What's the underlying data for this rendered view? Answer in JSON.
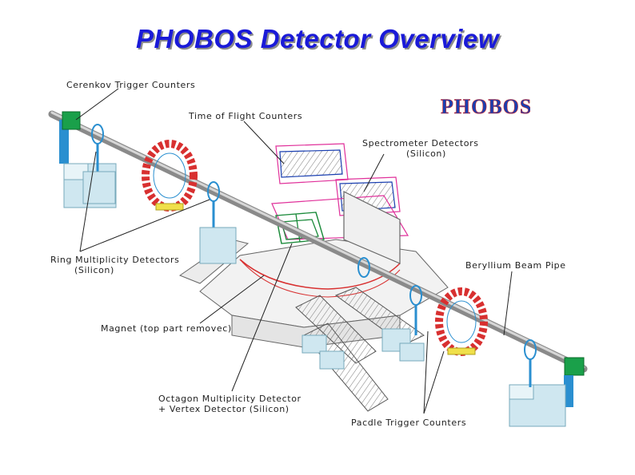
{
  "title": "PHOBOS Detector Overview",
  "logo": {
    "text": "PHOBOS",
    "colors": {
      "blue": "#1a3fb0",
      "red": "#d42a2a",
      "gray": "#9a9a9a"
    }
  },
  "labels": {
    "cerenkov": "Cerenkov  Trigger  Counters",
    "tof": "Time  of  Flight  Counters",
    "spectrometer_line1": "Spectrometer  Detectors",
    "spectrometer_line2": "(Silicon)",
    "ring_line1": "Ring  Multiplicity  Detectors",
    "ring_line2": "(Silicon)",
    "beam_pipe": "Beryllium  Beam  Pipe",
    "magnet": "Magnet  (top  part  removec)",
    "octagon_line1": "Octagon  Multiplicity  Detector",
    "octagon_line2": "+  Vertex  Detector  (Silicon)",
    "paddle": "Pacdle  Trigger  Counters"
  },
  "colors": {
    "title": "#1a1ad8",
    "support_blue": "#cfe7f0",
    "tof_red": "#d83030",
    "magenta": "#e0309a",
    "green": "#1aa04a",
    "beam_pipe": "#9a9a9a"
  }
}
